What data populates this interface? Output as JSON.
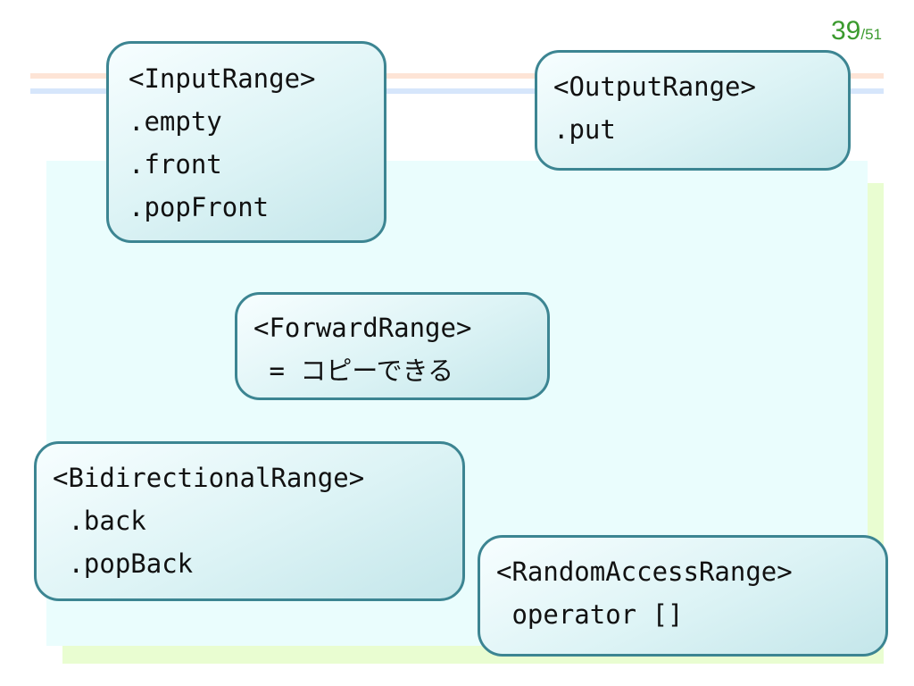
{
  "page": {
    "current": "39",
    "total": "/51"
  },
  "boxes": {
    "input_range": {
      "lines": [
        "<InputRange>",
        ".empty",
        ".front",
        ".popFront"
      ]
    },
    "output_range": {
      "lines": [
        "<OutputRange>",
        ".put"
      ]
    },
    "forward_range": {
      "lines": [
        "<ForwardRange>",
        " = ",
        "コピーできる"
      ]
    },
    "bidirectional_range": {
      "lines": [
        "<BidirectionalRange>",
        " .back",
        " .popBack"
      ]
    },
    "random_access_range": {
      "lines": [
        "<RandomAccessRange>",
        " operator []"
      ]
    }
  },
  "colors": {
    "box_border": "#3c8592",
    "page_number": "#3b9a2e",
    "bg_cyan": "#eafdfd",
    "bg_green": "#e9fdd1",
    "stripe_orange": "#fde4d6",
    "stripe_blue": "#d6e6fb"
  }
}
